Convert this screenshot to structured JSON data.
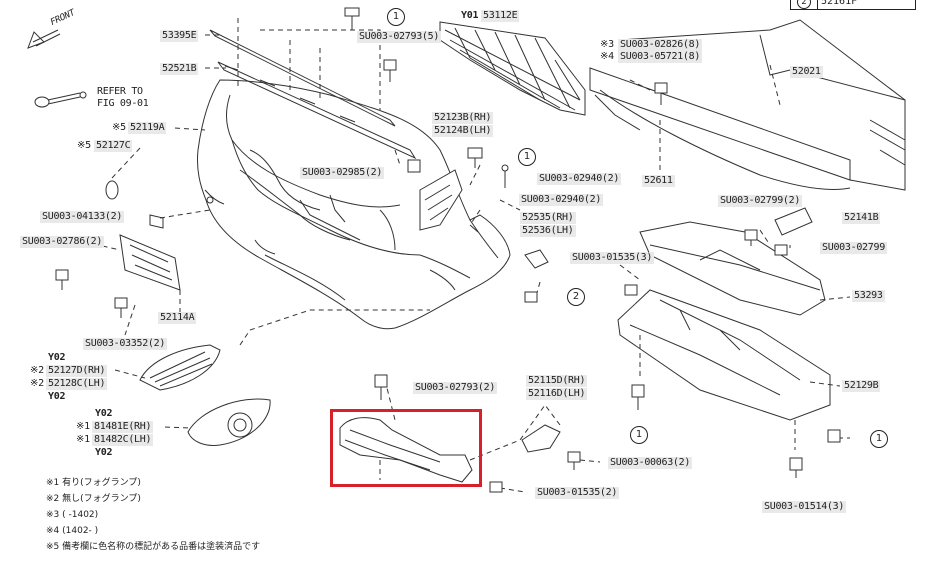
{
  "front_label": "FRONT",
  "refer_to": [
    "REFER TO",
    "FIG 09-01"
  ],
  "corner": {
    "index": "2",
    "part": "52161F"
  },
  "parts": {
    "p53395E": "53395E",
    "p52521B": "52521B",
    "p52119A": "52119A",
    "p52127C": "52127C",
    "p52114A": "52114A",
    "p53112E": "53112E",
    "p53112E_prefix": "Y01",
    "p52123B": "52123B(RH)",
    "p52124B": "52124B(LH)",
    "p52535": "52535(RH)",
    "p52536": "52536(LH)",
    "p52021": "52021",
    "p52611": "52611",
    "p52141B": "52141B",
    "p53293": "53293",
    "p52129B": "52129B",
    "p52115D": "52115D(RH)",
    "p52116D": "52116D(LH)",
    "p52127D": "52127D(RH)",
    "p52128C": "52128C(LH)",
    "p81481E": "81481E(RH)",
    "p81482C": "81482C(LH)",
    "y02_a": "Y02",
    "y02_b": "Y02",
    "y02_c": "Y02",
    "y02_d": "Y02"
  },
  "markers": {
    "m5": "※5",
    "m2": "※2",
    "m3": "※3",
    "m4": "※4",
    "m1": "※1"
  },
  "screws": {
    "s02793_5": "SU003-02793(5)",
    "s02985_2": "SU003-02985(2)",
    "s02940_a": "SU003-02940(2)",
    "s02940_b": "SU003-02940(2)",
    "s04133_2": "SU003-04133(2)",
    "s02786_2": "SU003-02786(2)",
    "s03352_2": "SU003-03352(2)",
    "s02826_8": "SU003-02826(8)",
    "s05721_8": "SU003-05721(8)",
    "s02799_2": "SU003-02799(2)",
    "s02799": "SU003-02799",
    "s01535_3": "SU003-01535(3)",
    "s02793_2": "SU003-02793(2)",
    "s00063_2": "SU003-00063(2)",
    "s01535_2": "SU003-01535(2)",
    "s01514_3": "SU003-01514(3)"
  },
  "circles": {
    "one": "1",
    "two": "2"
  },
  "footnotes": [
    "※1 有り(フォグランプ)",
    "※2 無し(フォグランプ)",
    "※3 (        -1402)",
    "※4 (1402-        )",
    "※5 備考欄に色名称の標記がある品番は塗装済品です"
  ],
  "colors": {
    "highlight": "#d6202a",
    "label_bg": "#e9e9e9",
    "line": "#333333"
  }
}
